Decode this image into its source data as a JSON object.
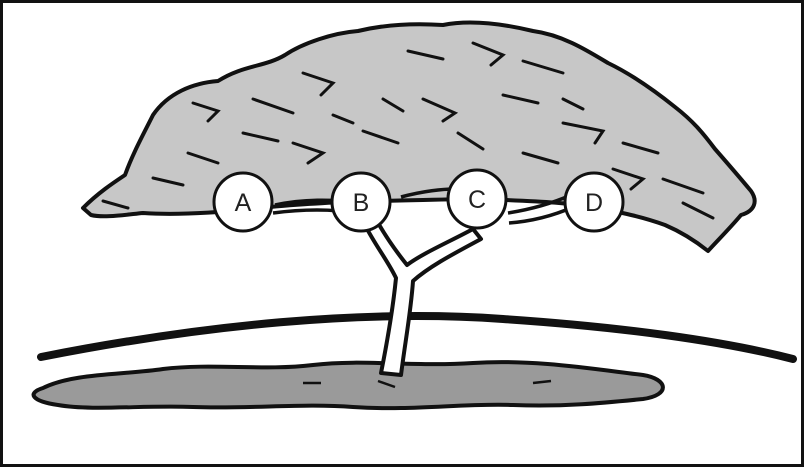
{
  "diagram": {
    "markers": [
      {
        "id": "A",
        "label": "A"
      },
      {
        "id": "B",
        "label": "B"
      },
      {
        "id": "C",
        "label": "C"
      },
      {
        "id": "D",
        "label": "D"
      }
    ]
  },
  "colors": {
    "foliage": "#c7c7c7",
    "shadow": "#9a9a9a",
    "outline": "#111111",
    "marker_fill": "#ffffff"
  }
}
